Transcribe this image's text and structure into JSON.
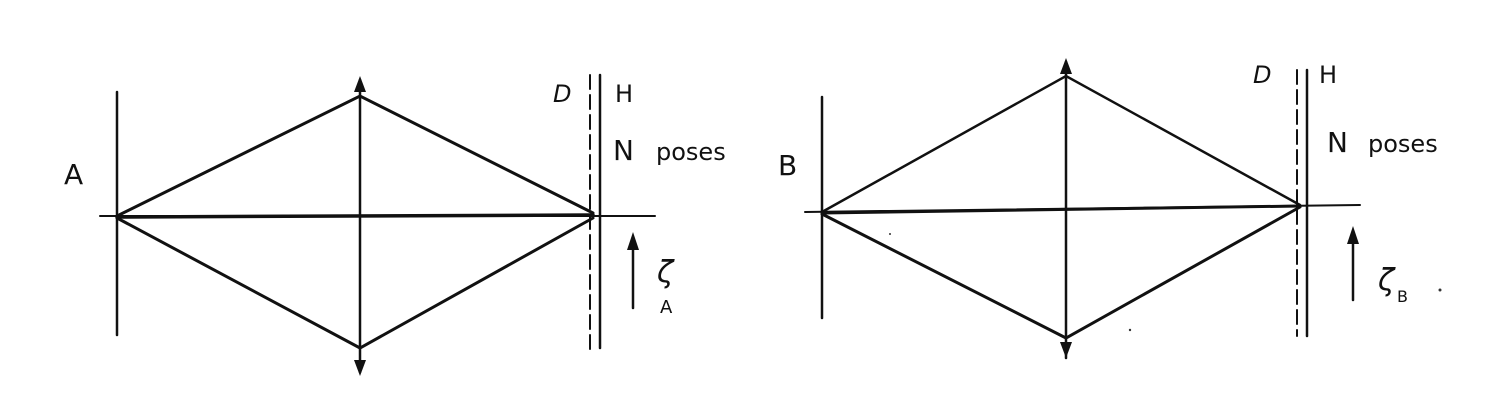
{
  "ink_color": "#111111",
  "background_color": "#ffffff",
  "panels": [
    {
      "object_label": "A",
      "plane_D_label": "D",
      "plane_H_label": "H",
      "n_label": "N",
      "poses_label": "poses",
      "zeta_symbol": "ζ",
      "zeta_subscript": "A"
    },
    {
      "object_label": "B",
      "plane_D_label": "D",
      "plane_H_label": "H",
      "n_label": "N",
      "poses_label": "poses",
      "zeta_symbol": "ζ",
      "zeta_subscript": "B"
    }
  ]
}
